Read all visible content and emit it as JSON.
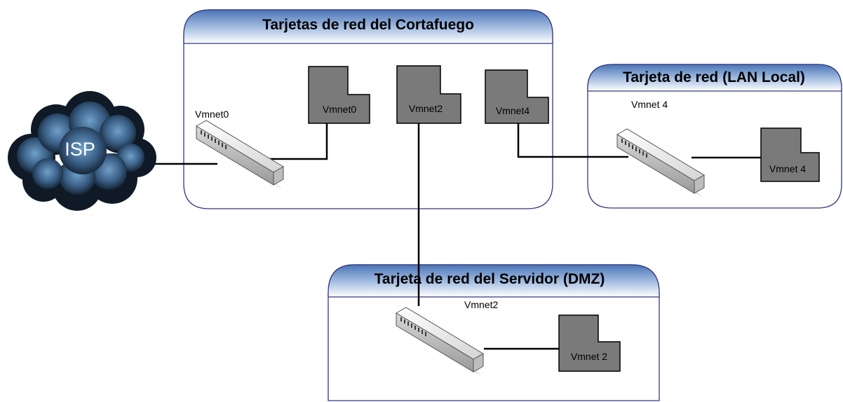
{
  "groups": {
    "firewall": {
      "title": "Tarjetas de red del Cortafuego"
    },
    "lan": {
      "title": "Tarjeta de red (LAN Local)"
    },
    "dmz": {
      "title": "Tarjeta de red del Servidor (DMZ)"
    }
  },
  "cloud": {
    "label": "ISP"
  },
  "labels": {
    "firewall_switch": "Vmnet0",
    "firewall_nic_0": "Vmnet0",
    "firewall_nic_2": "Vmnet2",
    "firewall_nic_4": "Vmnet4",
    "lan_switch": "Vmnet 4",
    "lan_nic": "Vmnet 4",
    "dmz_switch": "Vmnet2",
    "dmz_nic": "Vmnet 2"
  },
  "colors": {
    "frame_border": "#34387e",
    "header_top": "#4a74b6",
    "header_bottom": "#ffffff",
    "nic_fill": "#7a7a7a",
    "cloud_dark": "#1a2a3c",
    "cloud_light": "#6f9fc8"
  },
  "icons": {
    "switch": "network-switch-icon",
    "nic": "network-card-icon",
    "cloud": "cloud-icon"
  }
}
